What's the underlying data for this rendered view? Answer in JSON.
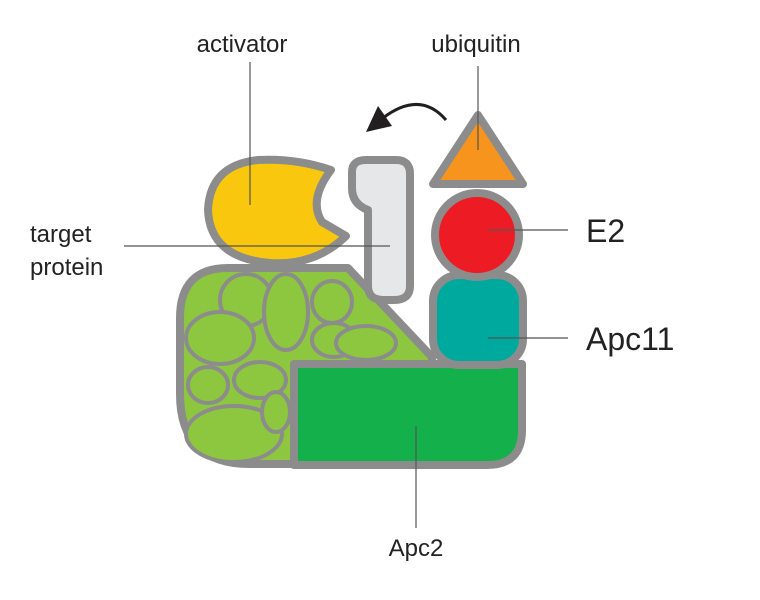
{
  "labels": {
    "activator": "activator",
    "ubiquitin": "ubiquitin",
    "target_line1": "target",
    "target_line2": "protein",
    "e2": "E2",
    "apc11": "Apc11",
    "apc2": "Apc2"
  },
  "colors": {
    "outline": "#8c8c8c",
    "activator": "#f9c80e",
    "target_protein": "#e6e7e8",
    "ubiquitin": "#f7941d",
    "e2": "#ed1c24",
    "apc11": "#00a99d",
    "apc2": "#13b04b",
    "complex_body": "#8dc63f",
    "complex_subunits": "#8dc63f",
    "arrow": "#231f20"
  }
}
